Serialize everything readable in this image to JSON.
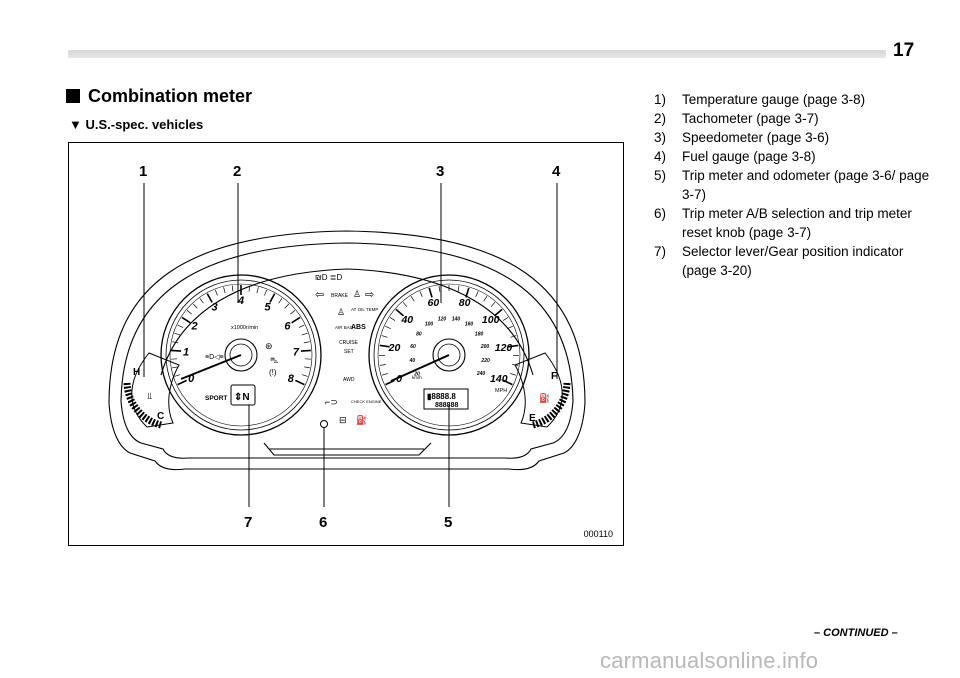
{
  "page": {
    "number": "17"
  },
  "section": {
    "title": "Combination meter",
    "subtitle": "U.S.-spec. vehicles"
  },
  "figure": {
    "code": "000110",
    "callouts": [
      "1",
      "2",
      "3",
      "4",
      "5",
      "6",
      "7"
    ],
    "tachometer": {
      "numbers": [
        "0",
        "1",
        "2",
        "3",
        "4",
        "5",
        "6",
        "7",
        "8"
      ],
      "unit": "x1000r/min",
      "mode": "SPORT"
    },
    "speedometer": {
      "mph_numbers": [
        "0",
        "20",
        "40",
        "60",
        "80",
        "100",
        "120",
        "140"
      ],
      "kmh_numbers": [
        "20",
        "40",
        "60",
        "80",
        "100",
        "120",
        "140",
        "160",
        "180",
        "200",
        "220",
        "240"
      ],
      "unit_kmh": "km/h",
      "unit_mph": "MPH",
      "odometer": "888888"
    },
    "temp_gauge": {
      "hot": "H",
      "cold": "C"
    },
    "fuel_gauge": {
      "full": "F",
      "empty": "E"
    },
    "indicators": [
      "BRAKE",
      "AT OIL TEMP",
      "AIR BAG",
      "ABS",
      "CRUISE",
      "SET",
      "AWD",
      "CHECK ENGINE"
    ]
  },
  "legend": [
    {
      "num": "1)",
      "text": "Temperature gauge (page 3-8)"
    },
    {
      "num": "2)",
      "text": "Tachometer (page 3-7)"
    },
    {
      "num": "3)",
      "text": "Speedometer (page 3-6)"
    },
    {
      "num": "4)",
      "text": "Fuel gauge (page 3-8)"
    },
    {
      "num": "5)",
      "text": "Trip meter and odometer (page 3-6/ page 3-7)"
    },
    {
      "num": "6)",
      "text": "Trip meter A/B selection and trip meter reset knob (page 3-7)"
    },
    {
      "num": "7)",
      "text": "Selector lever/Gear position indicator (page 3-20)"
    }
  ],
  "footer": {
    "continued": "– CONTINUED –",
    "watermark": "carmanualsonline.info"
  }
}
